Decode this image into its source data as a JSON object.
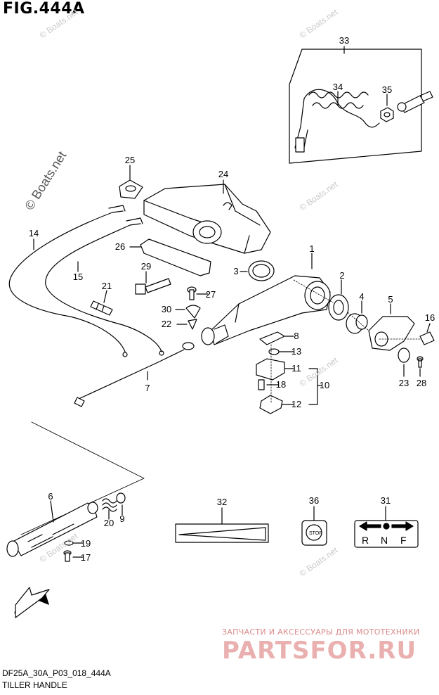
{
  "figure": {
    "title": "FIG.444A",
    "code": "DF25A_30A_P03_018_444A",
    "name": "TILLER HANDLE"
  },
  "watermark": {
    "text": "© Boats.net",
    "color": "#c9c9c9"
  },
  "brand": {
    "tagline": "ЗАПЧАСТИ И АКСЕССУАРЫ ДЛЯ МОТОТЕХНИКИ",
    "logo": "PARTSFOR.RU",
    "color": "#e7a3a3"
  },
  "callouts": [
    "1",
    "2",
    "3",
    "4",
    "5",
    "6",
    "7",
    "8",
    "9",
    "10",
    "11",
    "12",
    "13",
    "14",
    "15",
    "16",
    "17",
    "18",
    "19",
    "20",
    "21",
    "22",
    "23",
    "24",
    "25",
    "26",
    "27",
    "28",
    "29",
    "30",
    "31",
    "32",
    "33",
    "34",
    "35",
    "36"
  ],
  "labels": {
    "stop_button": "STOP",
    "fwd_arrow": "FWD",
    "shift_plate": [
      "R",
      "N",
      "F"
    ]
  }
}
